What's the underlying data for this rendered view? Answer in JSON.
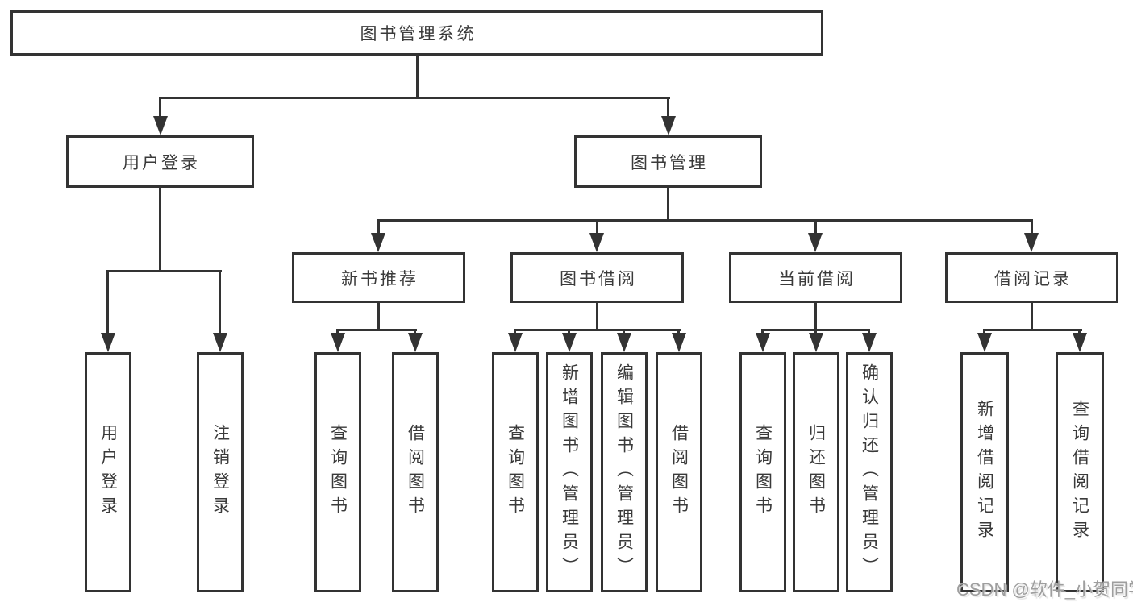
{
  "colors": {
    "line": "#333333",
    "box_border": "#333333",
    "text": "#3a3a3a",
    "background": "#ffffff",
    "watermark": "#9e9e9e"
  },
  "watermark": {
    "text": "CSDN @软件_小贺同学"
  },
  "tree": {
    "root": {
      "label": "图书管理系统"
    },
    "branches": [
      {
        "label": "用户登录",
        "children": [
          {
            "label": "用户登录"
          },
          {
            "label": "注销登录"
          }
        ]
      },
      {
        "label": "图书管理",
        "children": [
          {
            "label": "新书推荐",
            "children": [
              {
                "label": "查询图书"
              },
              {
                "label": "借阅图书"
              }
            ]
          },
          {
            "label": "图书借阅",
            "children": [
              {
                "label": "查询图书"
              },
              {
                "label": "新增图书（管理员）"
              },
              {
                "label": "编辑图书（管理员）"
              },
              {
                "label": "借阅图书"
              }
            ]
          },
          {
            "label": "当前借阅",
            "children": [
              {
                "label": "查询图书"
              },
              {
                "label": "归还图书"
              },
              {
                "label": "确认归还（管理员）"
              }
            ]
          },
          {
            "label": "借阅记录",
            "children": [
              {
                "label": "新增借阅记录"
              },
              {
                "label": "查询借阅记录"
              }
            ]
          }
        ]
      }
    ]
  }
}
